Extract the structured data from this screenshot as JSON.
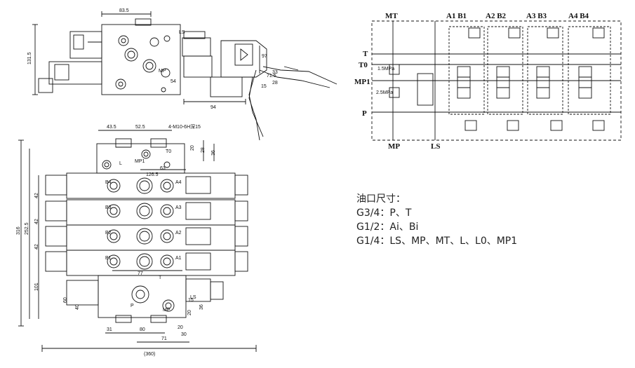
{
  "side_view": {
    "dims": [
      "83.5",
      "131.5",
      "94",
      "97",
      "15",
      "71.5",
      "28",
      "33",
      "54",
      "LS",
      "MP"
    ]
  },
  "top_view": {
    "dims_top": [
      "43.5",
      "52.5",
      "4-M10-6H深15"
    ],
    "dims_right": [
      "20",
      "28",
      "36"
    ],
    "dims_mid": [
      "126.5",
      "63",
      "77"
    ],
    "dims_left": [
      "316",
      "252.5",
      "42",
      "42",
      "42",
      "101",
      "60",
      "40"
    ],
    "dims_bottom": [
      "31",
      "80",
      "71",
      "20",
      "30",
      "(360)"
    ],
    "dims_bottom_right": [
      "20",
      "36",
      "15"
    ],
    "section_labels": [
      "B4",
      "A4",
      "B3",
      "A3",
      "B2",
      "A2",
      "B1",
      "A1"
    ],
    "port_labels": [
      "L",
      "MP1",
      "T0",
      "T",
      "P",
      "LS",
      "MP"
    ]
  },
  "schematic": {
    "top_labels": [
      "MT",
      "A1 B1",
      "A2 B2",
      "A3 B3",
      "A4 B4"
    ],
    "left_labels": [
      "T",
      "T0",
      "MP1",
      "P"
    ],
    "bottom_labels": [
      "MP",
      "LS"
    ],
    "relief_labels": [
      "1.5MPa",
      "2.5MPa"
    ]
  },
  "notes": {
    "title": "油口尺寸：",
    "lines": [
      "G3/4：P、T",
      "G1/2：Ai、Bi",
      "G1/4：LS、MP、MT、L、L0、MP1"
    ]
  }
}
